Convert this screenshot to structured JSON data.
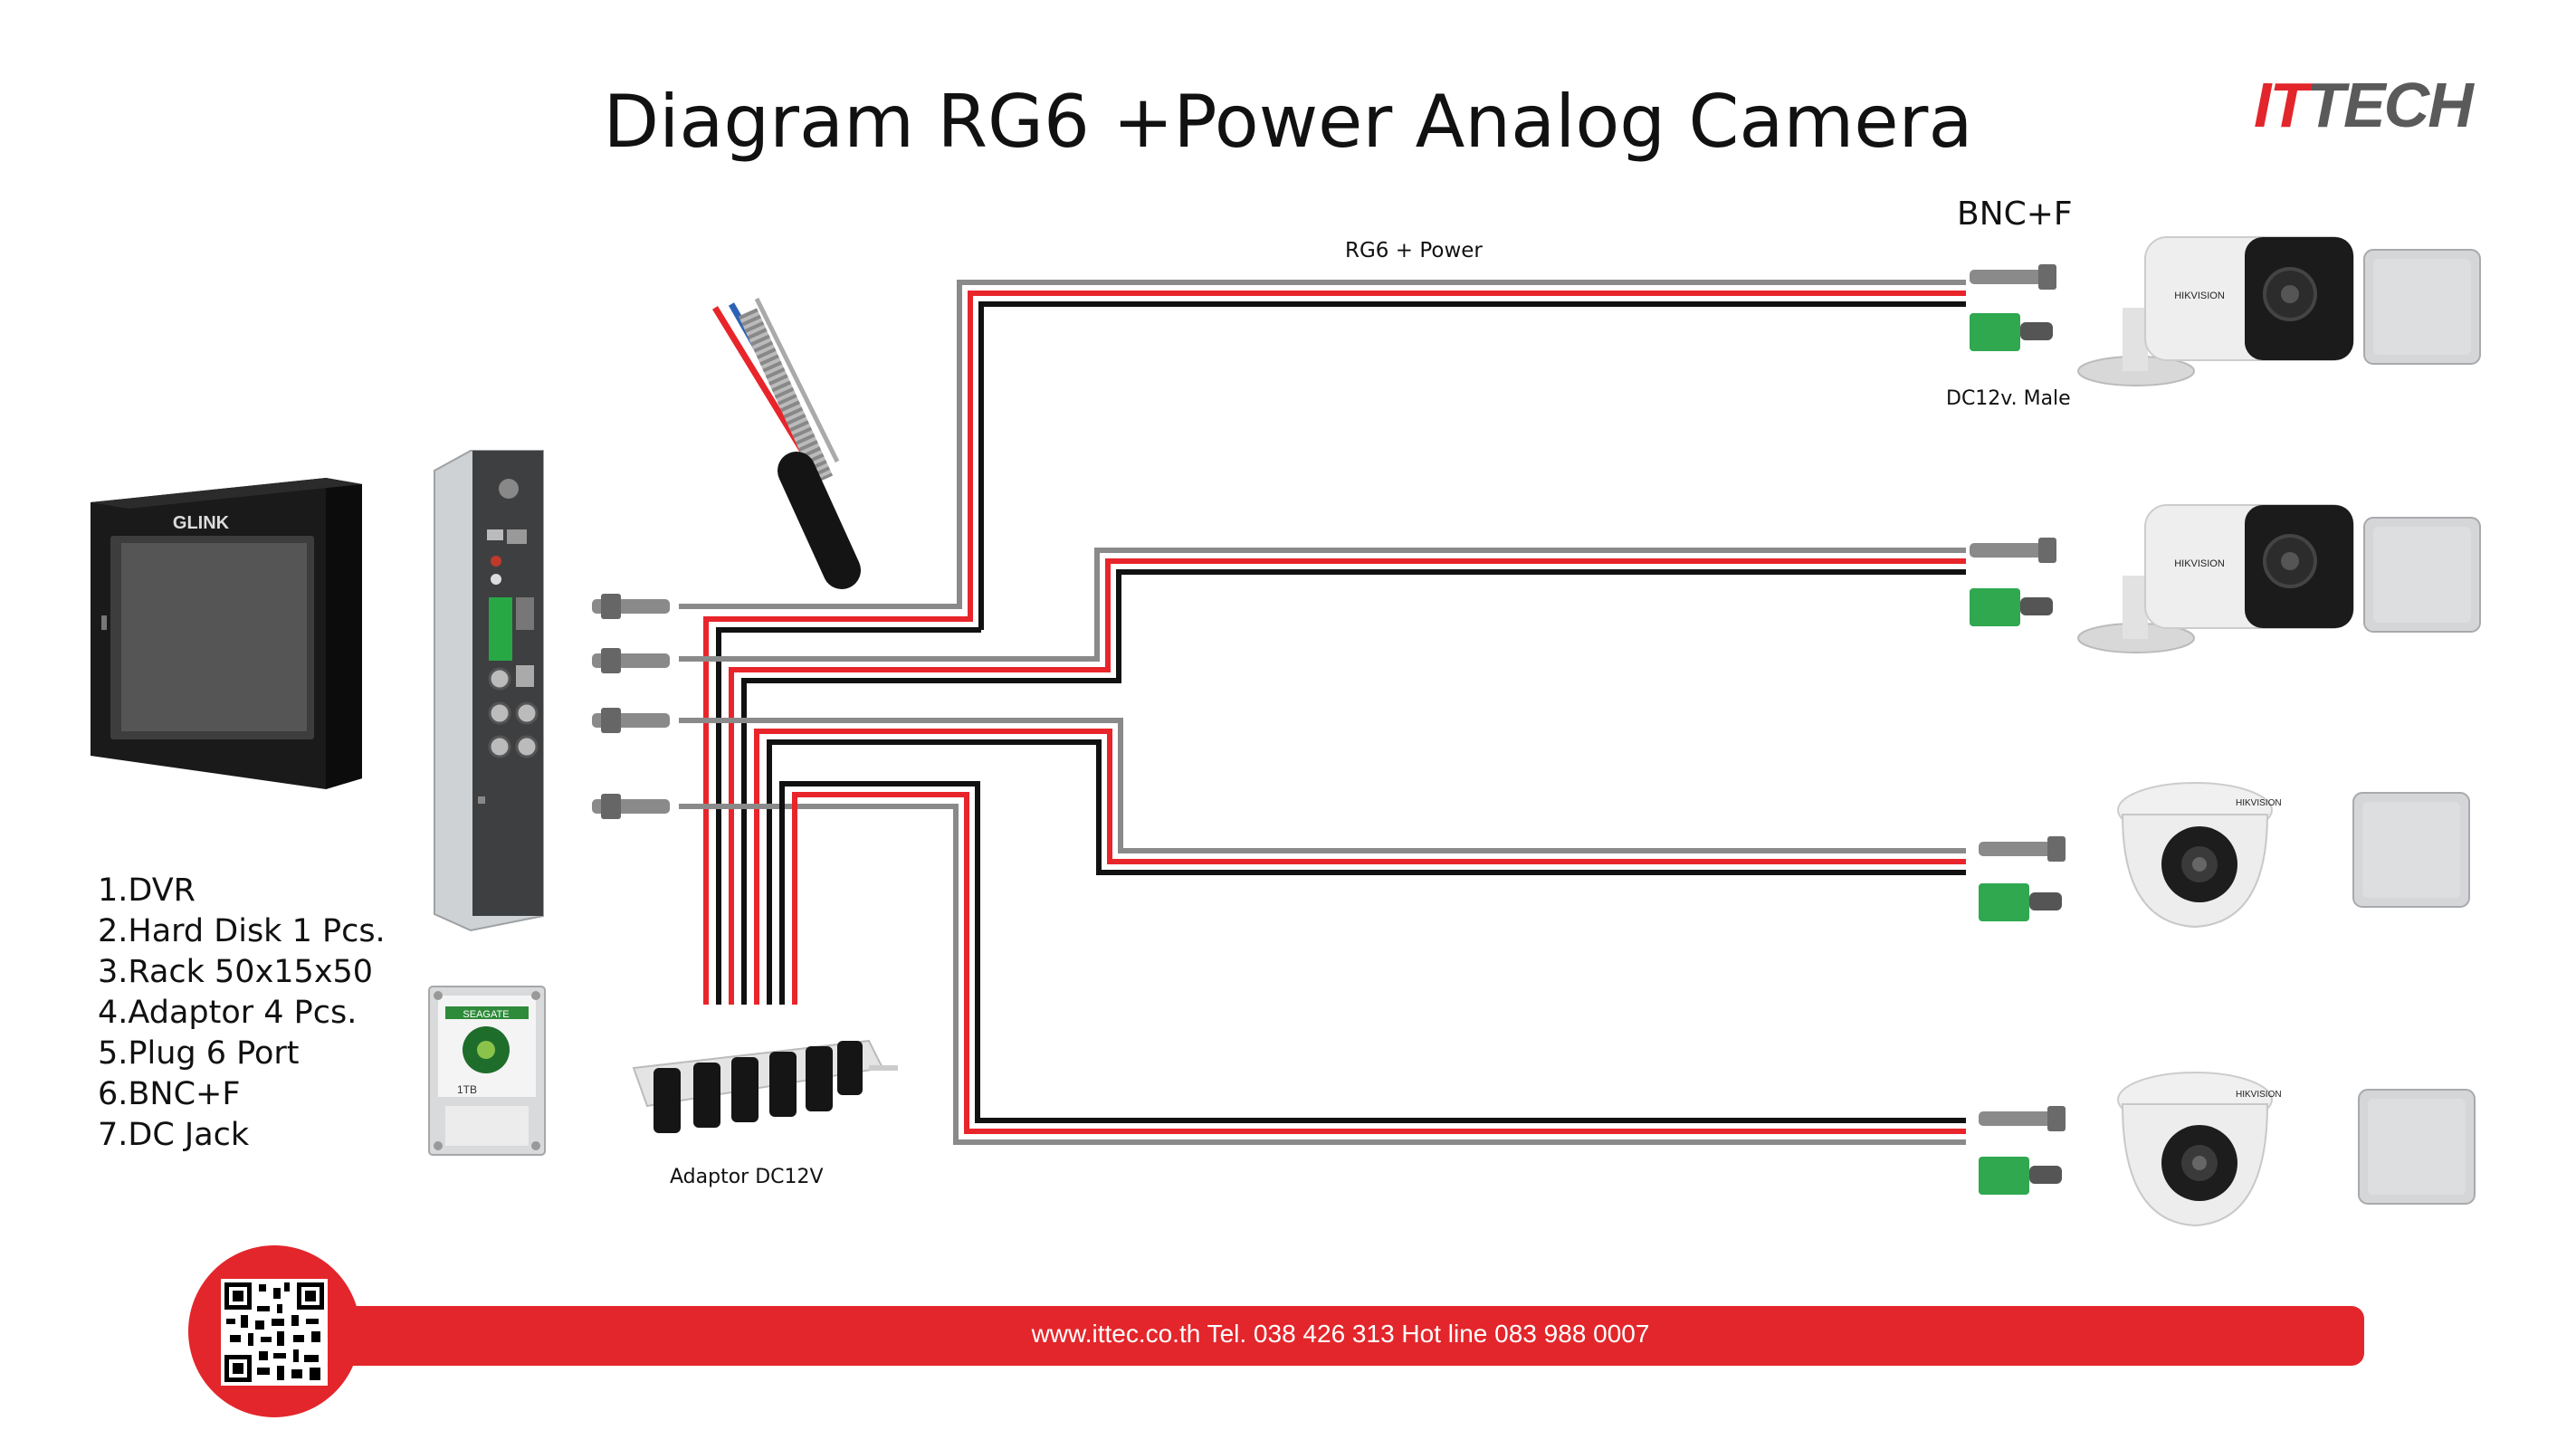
{
  "title": "Diagram RG6 +Power Analog Camera",
  "logo": {
    "it": "IT",
    "tech": "TECH"
  },
  "legend": [
    "1.DVR",
    "2.Hard Disk 1 Pcs.",
    "3.Rack 50x15x50",
    "4.Adaptor 4 Pcs.",
    "5.Plug 6 Port",
    "6.BNC+F",
    "7.DC Jack"
  ],
  "labels": {
    "bnc": "BNC+F",
    "cable": "RG6 + Power",
    "dc_male": "DC12v. Male",
    "adaptor": "Adaptor DC12V"
  },
  "devices": {
    "rack_brand": "GLINK",
    "camera_brand": "HIKVISION",
    "hdd_brand": "SEAGATE",
    "hdd_size": "1TB"
  },
  "footer": "www.ittec.co.th Tel. 038 426 313 Hot line 083 988 0007",
  "colors": {
    "brand_red": "#e3262b",
    "wire_red": "#e8252a",
    "wire_black": "#111111",
    "wire_gray": "#8a8a8a",
    "connector_green": "#2fa84f"
  }
}
